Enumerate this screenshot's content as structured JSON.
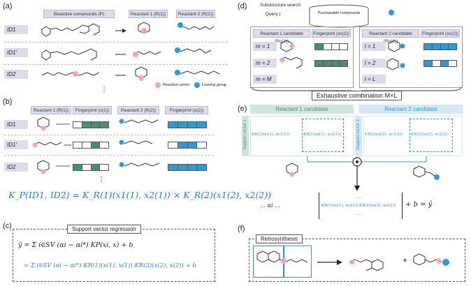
{
  "panels": {
    "a": {
      "label": "(a)",
      "headers": [
        "Bioactive compounds (P)",
        "Reactant 1 (R(1))",
        "Reactant 2 (R(2))"
      ],
      "ids": [
        "ID1",
        "ID1'",
        "ID2"
      ],
      "legend": [
        "Reaction center",
        "Leaving group"
      ]
    },
    "b": {
      "label": "(b)",
      "headers": [
        "Reactant 1 (R(1))",
        "Fingerprint (x(1))",
        "Reactant 2 (R(2))",
        "Fingerprint (x(2))"
      ],
      "ids": [
        "ID1",
        "ID1'",
        "ID2"
      ],
      "equation": "K_P(ID1, ID2) = K_R(1)(x1(1), x2(1)) × K_R(2)(x1(2), x2(2))"
    },
    "c": {
      "label": "(c)",
      "title": "Support vector regression",
      "line1": "ŷ = Σ i∈SV (αi − αi*) KP(xi, x) + b",
      "line2": "= Σ i∈SV (αi − αi*) KR(1)(x(1), x(1)) KR(2)(x(2), x(2)) + b"
    },
    "d": {
      "label": "(d)",
      "search_title": "Substructure search",
      "query_label": "Query |",
      "db_label": "Purchasable compounds",
      "headers": [
        "Reactant 1 candidate (Rc(1))",
        "Fingerprint (xc(1))",
        "Reactant 2 candidate (Rc(2))",
        "Fingerprint (xc(2))"
      ],
      "m_rows": [
        "m = 1",
        "m = 2",
        "m = M"
      ],
      "l_rows": [
        "l = 1",
        "l = 2",
        "l = L"
      ],
      "footer": "Exhaustive combination M×L"
    },
    "e": {
      "label": "(e)",
      "r1_header": "Reactant 1 candidate",
      "r2_header": "Reactant 2 candidate",
      "sv1": "Support vector 1",
      "sv2": "Support vector 2",
      "cell1": "KR(1)(xi(1), xc1(1))",
      "cell2": "KR(1)(xi(1), xc2(1))",
      "cell3": "KR(2)(xi(2), xc1(2))",
      "cell4": "KR(2)(xi(2), xc2(2))",
      "row_left": "…   αi   …",
      "result_cell": "KR(1)(xi(1), xcl(1)) KR(2)(xi(2), xcl(2))",
      "result_tail": "+ b = ŷ",
      "dots": "……"
    },
    "f": {
      "label": "(f)",
      "title": "Retrosynthesis",
      "plus": "+"
    }
  },
  "colors": {
    "green": "#4a8c74",
    "blue": "#2d9ad6",
    "pink": "#f2a5bf",
    "teal_hdr": "#cfe6dc",
    "blue_hdr": "#d4e8f6",
    "equation_blue": "#2e7fbf"
  }
}
